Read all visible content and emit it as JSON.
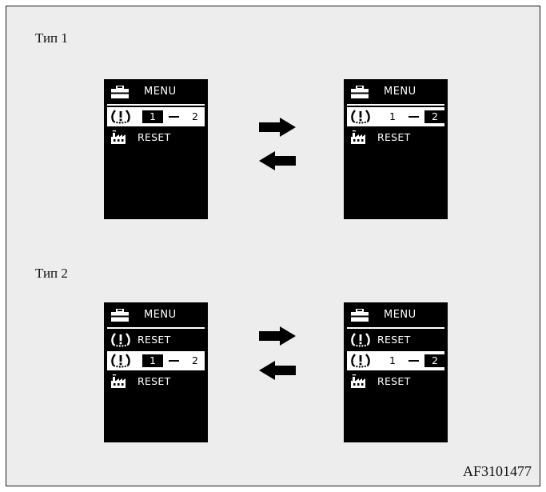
{
  "type1": {
    "label": "Тип 1",
    "screen_left": {
      "header": "MENU",
      "rows": [
        {
          "kind": "selection",
          "icon": "tire-pressure-warning-icon",
          "first": "1",
          "second": "2",
          "active": "first"
        },
        {
          "kind": "text",
          "icon": "factory-icon",
          "text": "RESET"
        }
      ]
    },
    "screen_right": {
      "header": "MENU",
      "rows": [
        {
          "kind": "selection",
          "icon": "tire-pressure-warning-icon",
          "first": "1",
          "second": "2",
          "active": "second"
        },
        {
          "kind": "text",
          "icon": "factory-icon",
          "text": "RESET"
        }
      ]
    }
  },
  "type2": {
    "label": "Тип 2",
    "screen_left": {
      "header": "MENU",
      "rows": [
        {
          "kind": "text",
          "icon": "tire-pressure-warning-icon",
          "text": "RESET"
        },
        {
          "kind": "selection",
          "icon": "tire-pressure-warning-icon",
          "first": "1",
          "second": "2",
          "active": "first"
        },
        {
          "kind": "text",
          "icon": "factory-icon",
          "text": "RESET"
        }
      ]
    },
    "screen_right": {
      "header": "MENU",
      "rows": [
        {
          "kind": "text",
          "icon": "tire-pressure-warning-icon",
          "text": "RESET"
        },
        {
          "kind": "selection",
          "icon": "tire-pressure-warning-icon",
          "first": "1",
          "second": "2",
          "active": "second"
        },
        {
          "kind": "text",
          "icon": "factory-icon",
          "text": "RESET"
        }
      ]
    }
  },
  "figure_id": "AF3101477",
  "colors": {
    "screen_bg": "#000000",
    "screen_fg": "#ffffff",
    "panel_bg": "#ededed",
    "arrow": "#000000"
  }
}
